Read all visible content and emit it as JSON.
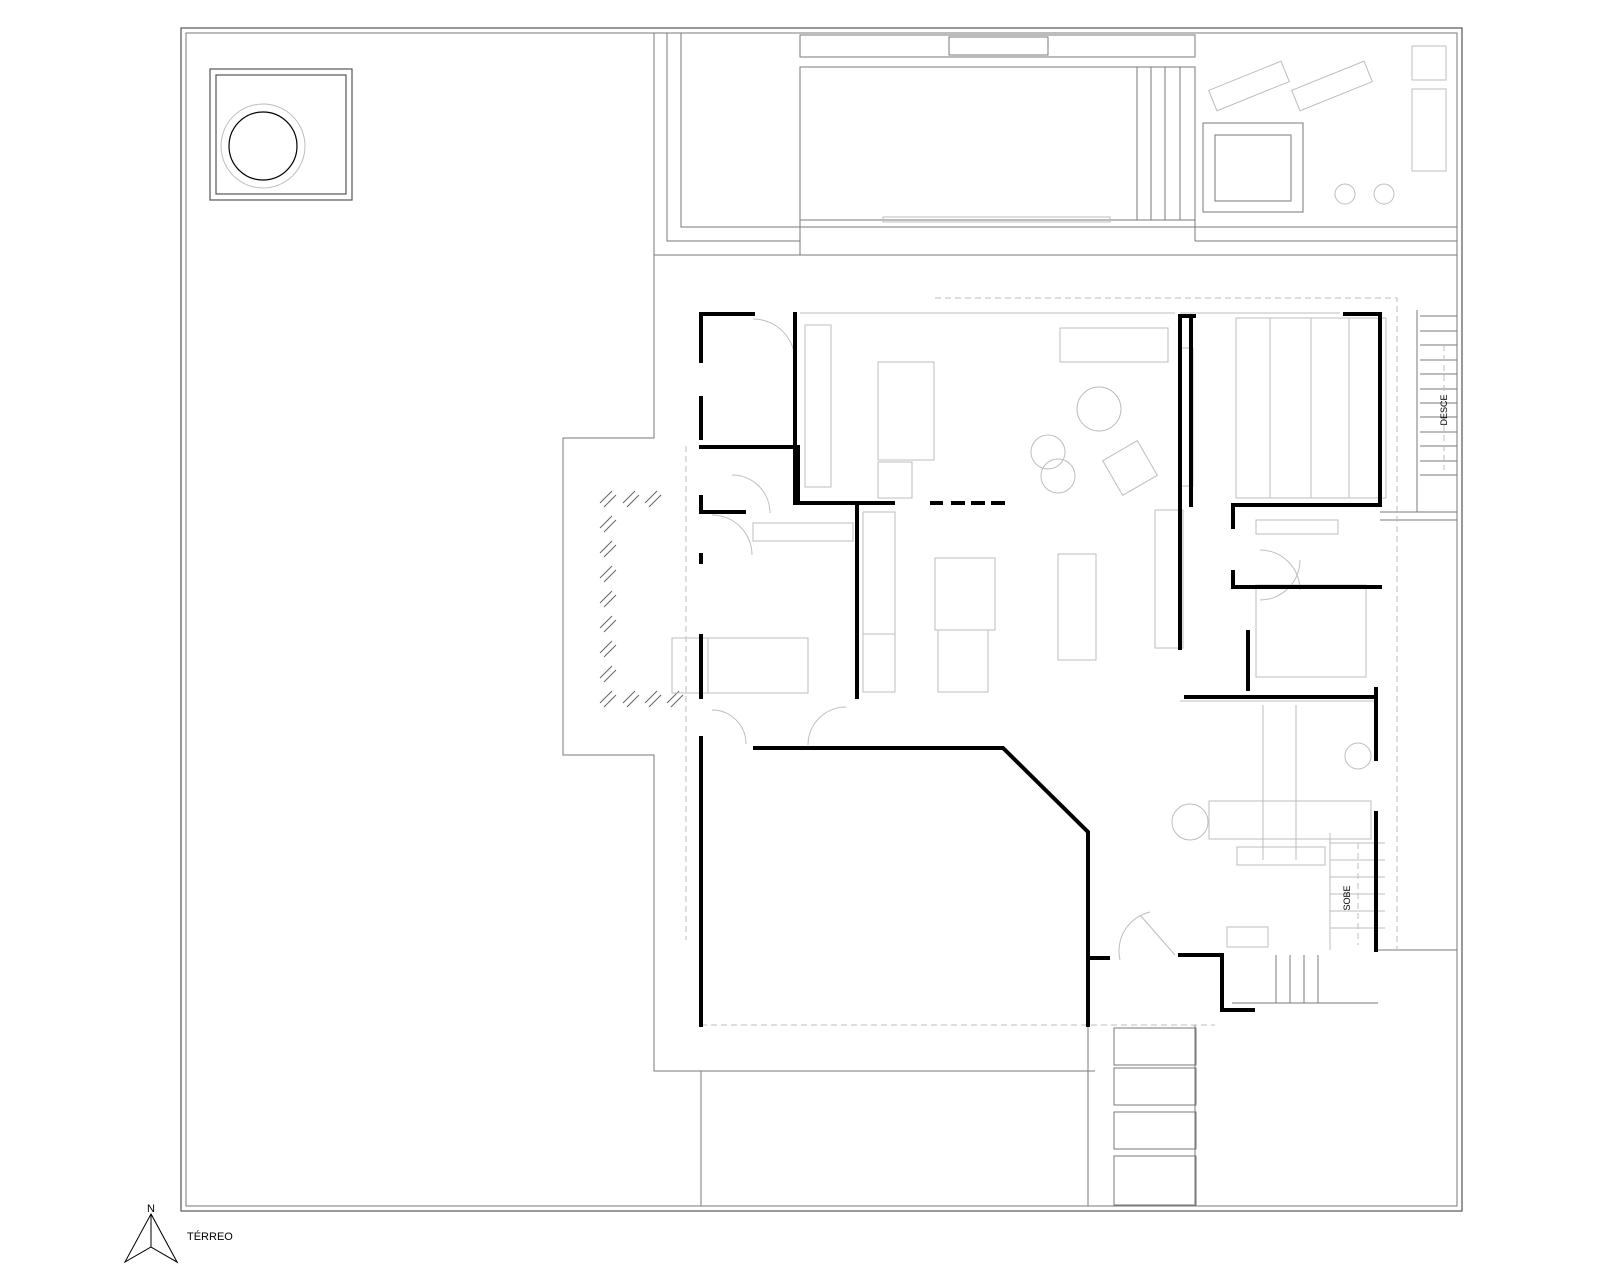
{
  "drawing": {
    "level_label": "TÉRREO",
    "north_label": "N",
    "stairs_down_label": "DESCE",
    "stairs_up_label": "SOBE"
  }
}
